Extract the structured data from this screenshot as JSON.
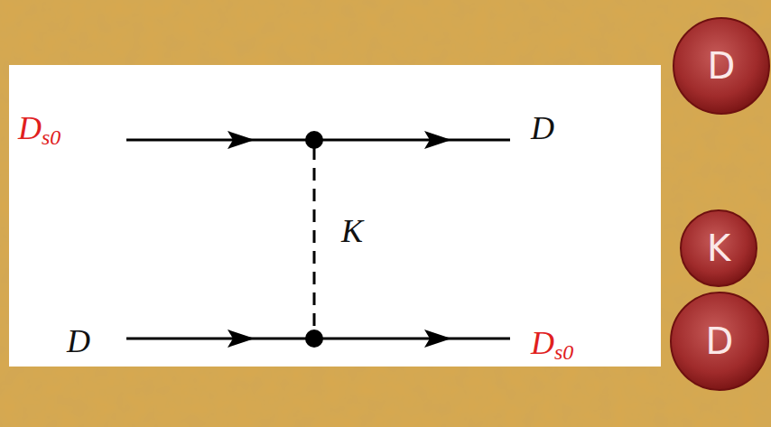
{
  "diagram": {
    "nodes": [
      {
        "text": [
          "D"
        ]
      },
      {
        "text": [
          "K"
        ]
      },
      {
        "text": [
          "D"
        ]
      }
    ],
    "labels": [
      "Ds0",
      "D",
      "K",
      "D",
      "Ds0"
    ]
  }
}
